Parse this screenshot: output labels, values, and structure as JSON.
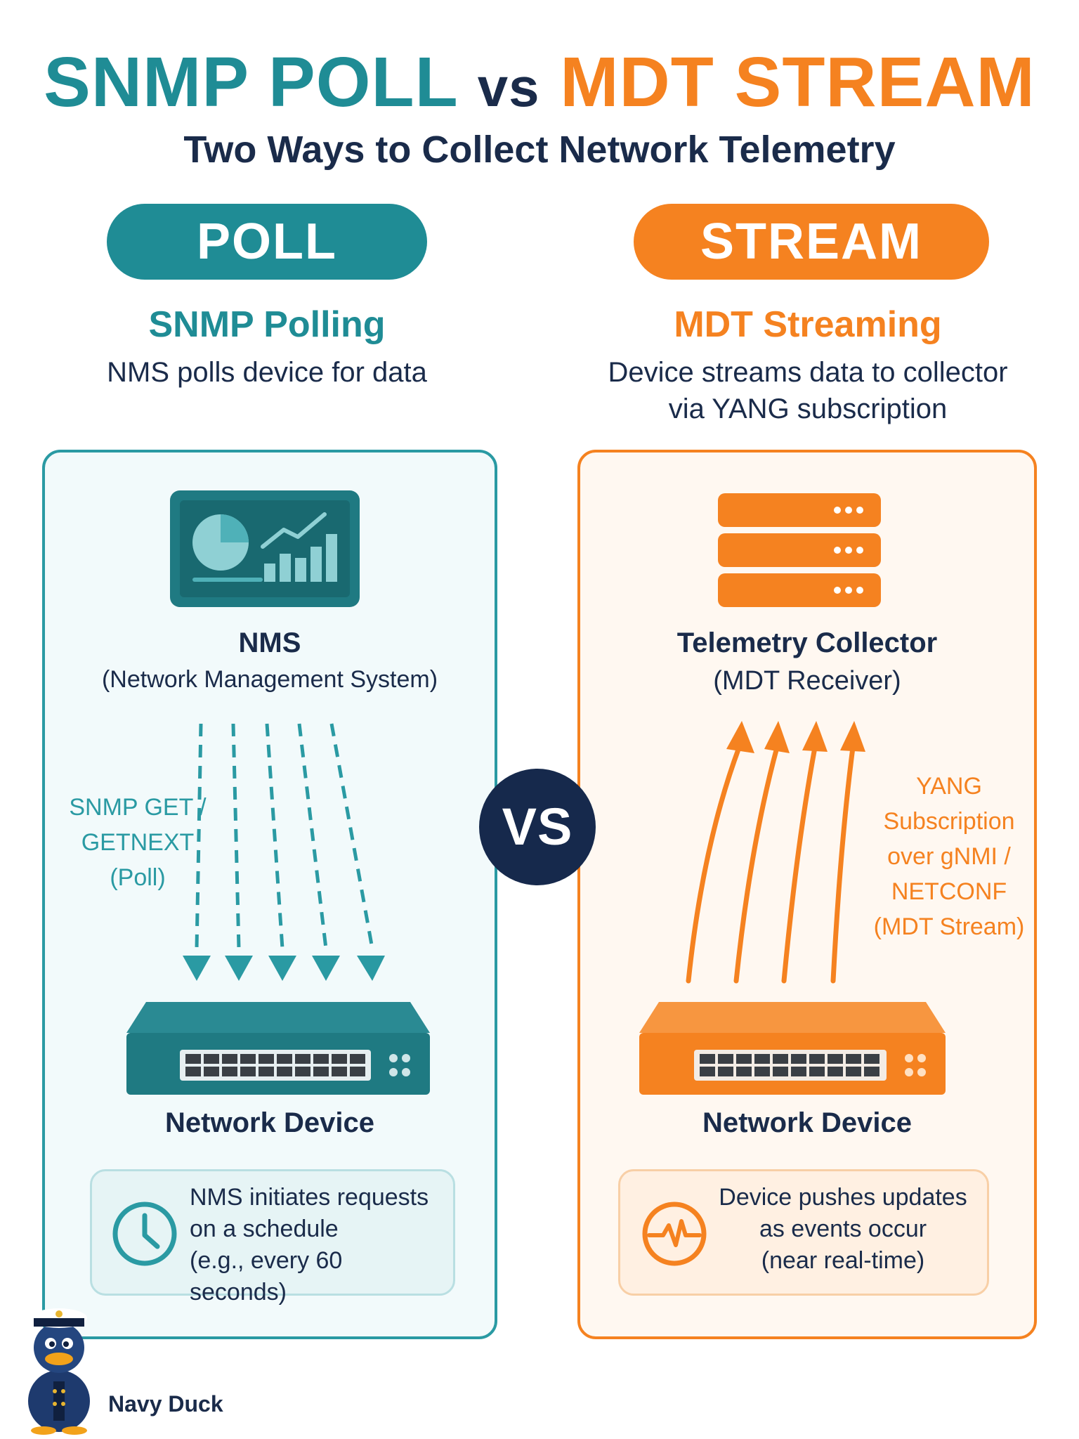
{
  "header": {
    "title_poll": "SNMP POLL",
    "title_vs": "vs",
    "title_stream": "MDT STREAM",
    "subtitle": "Two Ways to Collect Network Telemetry"
  },
  "poll": {
    "pill": "POLL",
    "method": "SNMP Polling",
    "description": "NMS polls device for data",
    "source_label": "NMS",
    "source_sublabel": "(Network Management System)",
    "arrow_note_line1": "SNMP GET /",
    "arrow_note_line2": "GETNEXT",
    "arrow_note_line3": "(Poll)",
    "device_label": "Network Device",
    "info_line1": "NMS initiates requests",
    "info_line2": "on a schedule",
    "info_line3": "(e.g., every 60 seconds)"
  },
  "stream": {
    "pill": "STREAM",
    "method": "MDT Streaming",
    "description_line1": "Device streams data to collector",
    "description_line2": "via YANG subscription",
    "collector_label": "Telemetry Collector",
    "collector_sublabel": "(MDT Receiver)",
    "arrow_note_line1": "YANG Subscription",
    "arrow_note_line2": "over gNMI /",
    "arrow_note_line3": "NETCONF",
    "arrow_note_line4": "(MDT Stream)",
    "device_label": "Network Device",
    "info_line1": "Device pushes updates",
    "info_line2": "as events occur",
    "info_line3": "(near real-time)"
  },
  "vs_badge": "VS",
  "brand": "Navy Duck",
  "colors": {
    "poll_teal": "#1f8c95",
    "stream_orange": "#f58220",
    "navy": "#16294c"
  },
  "icons": {
    "nms": "dashboard-monitor-icon",
    "collector": "server-stack-icon",
    "device": "network-switch-icon",
    "poll_info": "clock-icon",
    "stream_info": "heartbeat-icon",
    "mascot": "navy-duck-mascot"
  }
}
